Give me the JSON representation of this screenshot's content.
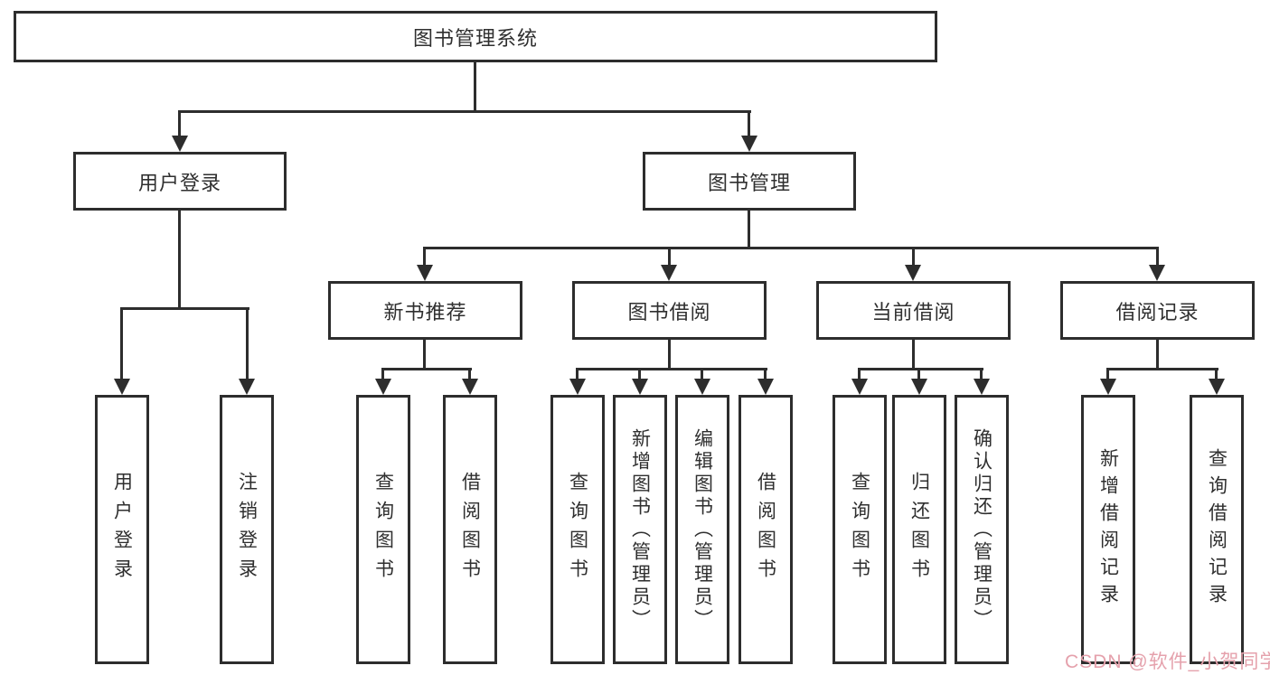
{
  "diagram": {
    "root": {
      "label": "图书管理系统"
    },
    "level2": [
      {
        "label": "用户登录"
      },
      {
        "label": "图书管理"
      }
    ],
    "level3": [
      {
        "label": "新书推荐"
      },
      {
        "label": "图书借阅"
      },
      {
        "label": "当前借阅"
      },
      {
        "label": "借阅记录"
      }
    ],
    "leaves": {
      "user_login": [
        "用户登录",
        "注销登录"
      ],
      "new_book": [
        "查询图书",
        "借阅图书"
      ],
      "book_borrow": [
        "查询图书",
        "新增图书（管理员）",
        "编辑图书（管理员）",
        "借阅图书"
      ],
      "current_borrow": [
        "查询图书",
        "归还图书",
        "确认归还（管理员）"
      ],
      "borrow_records": [
        "新增借阅记录",
        "查询借阅记录"
      ]
    },
    "colors": {
      "line": "#2d2d2d",
      "box_bg": "#ffffff",
      "text": "#2f2f2f",
      "watermark": "#e5a1ac"
    },
    "watermark": "CSDN @软件_小贺同学"
  }
}
